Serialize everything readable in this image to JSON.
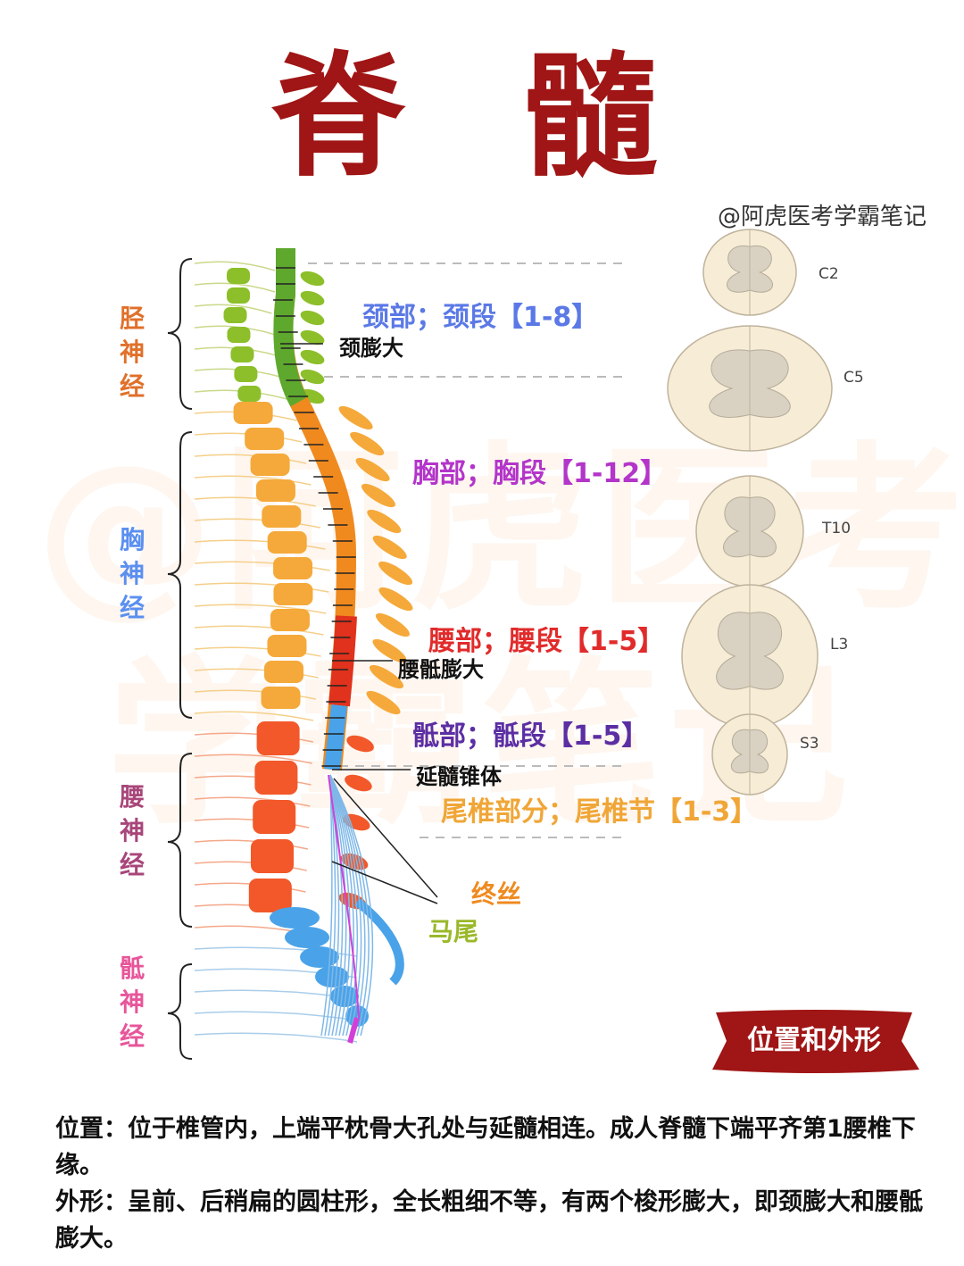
{
  "title": "脊 髓",
  "watermark": {
    "handle": "@阿虎医考学霸笔记",
    "big_line1": "@阿虎医考",
    "big_line2": "学霸笔记"
  },
  "nerves": [
    {
      "label": "胫神经",
      "color": "#e0702a"
    },
    {
      "label": "胸神经",
      "color": "#5b8ff0"
    },
    {
      "label": "腰神经",
      "color": "#a8467a"
    },
    {
      "label": "骶神经",
      "color": "#e8559a"
    }
  ],
  "segments": [
    {
      "label": "颈部；颈段【1-8】",
      "color": "#5b79e6"
    },
    {
      "label": "胸部；胸段【1-12】",
      "color": "#b335c9"
    },
    {
      "label": "腰部；腰段【1-5】",
      "color": "#e12b2b"
    },
    {
      "label": "骶部；骶段【1-5】",
      "color": "#5c2ea3"
    },
    {
      "label": "尾椎部分；尾椎节【1-3】",
      "color": "#f0a637"
    }
  ],
  "annotations": {
    "cervical_enlargement": "颈膨大",
    "lumbosacral_enlargement": "腰骶膨大",
    "conus": "延髓锥体",
    "filum": "终丝",
    "cauda": "马尾"
  },
  "annotation_colors": {
    "filum": "#f08a1f",
    "cauda": "#9ab82a"
  },
  "sections": [
    {
      "label": "C2"
    },
    {
      "label": "C5"
    },
    {
      "label": "T10"
    },
    {
      "label": "L3"
    },
    {
      "label": "S3"
    }
  ],
  "badge": {
    "label": "位置和外形",
    "color": "#a01515"
  },
  "description": {
    "position": "位置：位于椎管内，上端平枕骨大孔处与延髓相连。成人脊髓下端平齐第1腰椎下缘。",
    "shape": "外形：呈前、后稍扁的圆柱形，全长粗细不等，有两个梭形膨大，即颈膨大和腰骶膨大。"
  },
  "colors": {
    "title": "#a01515",
    "cervical": "#8cbf2a",
    "thoracic": "#f5a93a",
    "lumbar": "#f2582a",
    "sacral": "#4aa3e8",
    "section_fill": "#f7ecd6",
    "section_grey": "#d9d2c3"
  }
}
